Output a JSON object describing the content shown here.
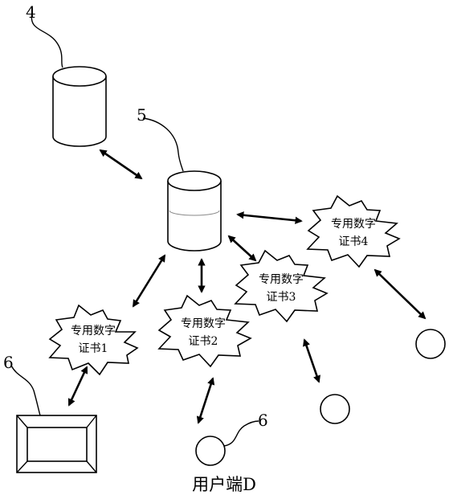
{
  "labels": {
    "ref_4": "4",
    "ref_5": "5",
    "ref_6_terminal": "6",
    "ref_6_client": "6",
    "client_caption": "用户端D"
  },
  "certificates": [
    {
      "line1": "专用数字",
      "line2": "证书1"
    },
    {
      "line1": "专用数字",
      "line2": "证书2"
    },
    {
      "line1": "专用数字",
      "line2": "证书3"
    },
    {
      "line1": "专用数字",
      "line2": "证书4"
    }
  ]
}
